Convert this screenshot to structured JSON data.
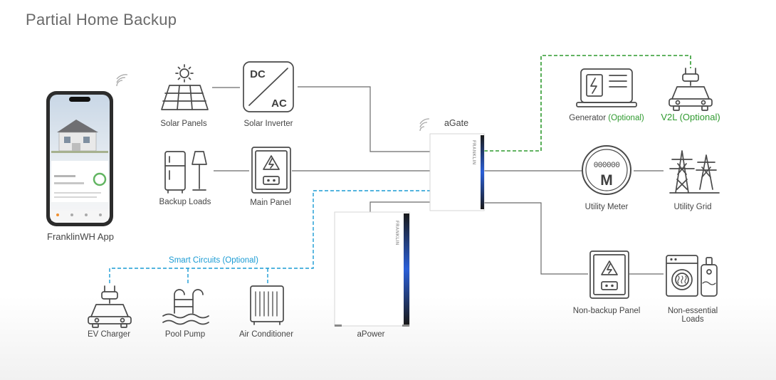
{
  "title": "Partial Home Backup",
  "labels": {
    "solar_panels": "Solar Panels",
    "solar_inverter": "Solar Inverter",
    "inverter_dc": "DC",
    "inverter_ac": "AC",
    "backup_loads": "Backup Loads",
    "main_panel": "Main Panel",
    "agate": "aGate",
    "apower": "aPower",
    "generator": "Generator",
    "generator_optional": "(Optional)",
    "v2l": "V2L",
    "v2l_optional": "(Optional)",
    "utility_meter": "Utility Meter",
    "meter_digits": "000000",
    "meter_letter": "M",
    "utility_grid": "Utility Grid",
    "non_backup_panel": "Non-backup Panel",
    "non_essential_line1": "Non-essential",
    "non_essential_line2": "Loads",
    "app": "FranklinWH App",
    "smart_circuits": "Smart Circuits (Optional)",
    "ev_charger": "EV Charger",
    "pool_pump": "Pool Pump",
    "air_conditioner": "Air Conditioner"
  },
  "colors": {
    "optional_green": "#2f9a2f",
    "smart_circuits_blue": "#1a9bd4",
    "wire": "#6b6b6b",
    "device_led": "#2a5fd8"
  }
}
